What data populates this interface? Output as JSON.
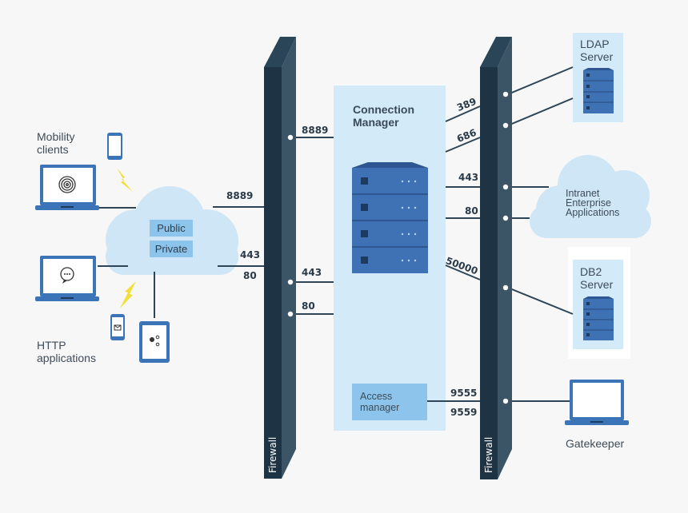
{
  "clients": {
    "mobility_label": "Mobility\nclients",
    "http_label": "HTTP\napplications",
    "cloud_public": "Public",
    "cloud_private": "Private"
  },
  "firewalls": {
    "left_label": "Firewall",
    "right_label": "Firewall"
  },
  "ports_left": {
    "outer_8889": "8889",
    "outer_443": "443",
    "outer_80": "80",
    "inner_8889": "8889",
    "inner_443": "443",
    "inner_80": "80"
  },
  "connection_manager": {
    "title": "Connection\nManager",
    "access_manager": "Access\nmanager"
  },
  "ports_right": {
    "p389": "389",
    "p686": "686",
    "p443": "443",
    "p80": "80",
    "p50000": "50000",
    "p9555": "9555",
    "p9559": "9559"
  },
  "backends": {
    "ldap_label": "LDAP\nServer",
    "intranet_label": "Intranet\nEnterprise\nApplications",
    "db2_label": "DB2\nServer",
    "gatekeeper_label": "Gatekeeper"
  },
  "colors": {
    "firewall_front": "#1e3344",
    "firewall_side": "#3c5566",
    "firewall_top": "#2b4558",
    "panel": "#d3eaf8",
    "cloud": "#cfe6f6",
    "tag": "#8cc4ec",
    "server": "#3f72b5",
    "line": "#2d4556",
    "device": "#3b75b8",
    "bolt": "#f2df3a"
  },
  "icons": [
    "laptop-icon",
    "phone-icon",
    "tablet-icon",
    "server-icon",
    "cloud-icon",
    "lightning-icon",
    "fingerprint-icon",
    "chat-icon",
    "mail-icon"
  ]
}
